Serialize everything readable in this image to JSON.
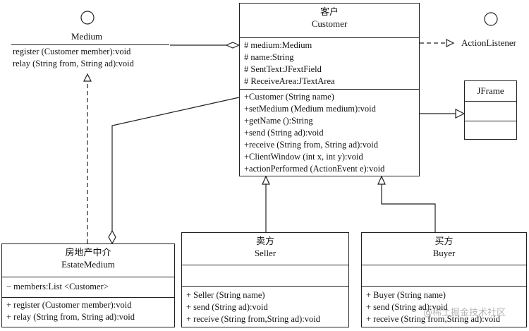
{
  "medium": {
    "name": "Medium",
    "methods": [
      "register (Customer member):void",
      "relay (String from,  String ad):void"
    ]
  },
  "customer": {
    "name_cn": "客户",
    "name": "Customer",
    "attributes": [
      "# medium:Medium",
      "# name:String",
      "# SentText:JFextField",
      "# ReceiveArea:JTextArea"
    ],
    "methods": [
      "+Customer (String name)",
      "+setMedium (Medium medium):void",
      "+getName ():String",
      "+send (String ad):void",
      "+receive (String from,  String ad):void",
      "+ClientWindow (int x,  int y):void",
      "+actionPerformed (ActionEvent e):void"
    ]
  },
  "action_listener": {
    "name": "ActionListener"
  },
  "jframe": {
    "name": "JFrame"
  },
  "estate_medium": {
    "name_cn": "房地产中介",
    "name": "EstateMedium",
    "attributes": [
      "− members:List <Customer>"
    ],
    "methods": [
      "+ register (Customer member):void",
      "+ relay (String from,  String ad):void"
    ]
  },
  "seller": {
    "name_cn": "卖方",
    "name": "Seller",
    "methods": [
      "+ Seller (String name)",
      "+ send (String ad):void",
      "+ receive (String from,String ad):void"
    ]
  },
  "buyer": {
    "name_cn": "买方",
    "name": "Buyer",
    "methods": [
      "+ Buyer (String name)",
      "+ send (String ad):void",
      "+ receive (String from,String ad):void"
    ]
  },
  "watermark": "@稀土掘金技术社区"
}
